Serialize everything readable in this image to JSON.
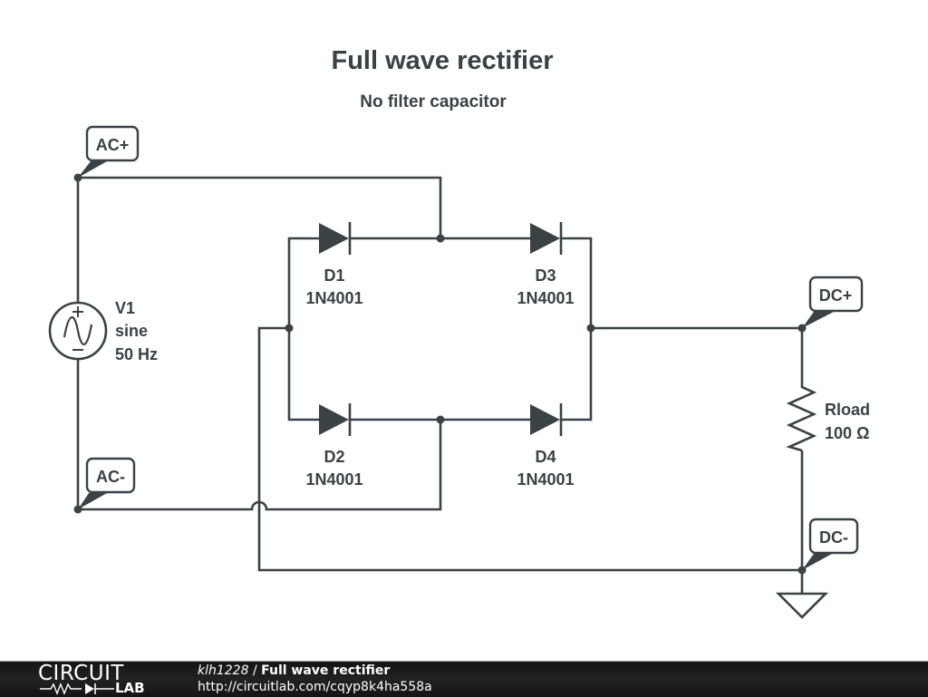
{
  "diagram": {
    "title": "Full wave rectifier",
    "subtitle": "No filter capacitor",
    "net_labels": {
      "ac_plus": "AC+",
      "ac_minus": "AC-",
      "dc_plus": "DC+",
      "dc_minus": "DC-"
    },
    "source": {
      "name": "V1",
      "type": "sine",
      "frequency": "50 Hz"
    },
    "diodes": [
      {
        "name": "D1",
        "part": "1N4001"
      },
      {
        "name": "D2",
        "part": "1N4001"
      },
      {
        "name": "D3",
        "part": "1N4001"
      },
      {
        "name": "D4",
        "part": "1N4001"
      }
    ],
    "load": {
      "name": "Rload",
      "value": "100 Ω"
    }
  },
  "footer": {
    "logo_top": "CIRCUIT",
    "logo_bottom": "LAB",
    "user": "klh1228",
    "separator": " / ",
    "circuit_title": "Full wave rectifier",
    "url": "http://circuitlab.com/cqyp8k4ha558a"
  },
  "colors": {
    "ink": "#3a4246",
    "footer_bg": "#1a1a1a"
  }
}
